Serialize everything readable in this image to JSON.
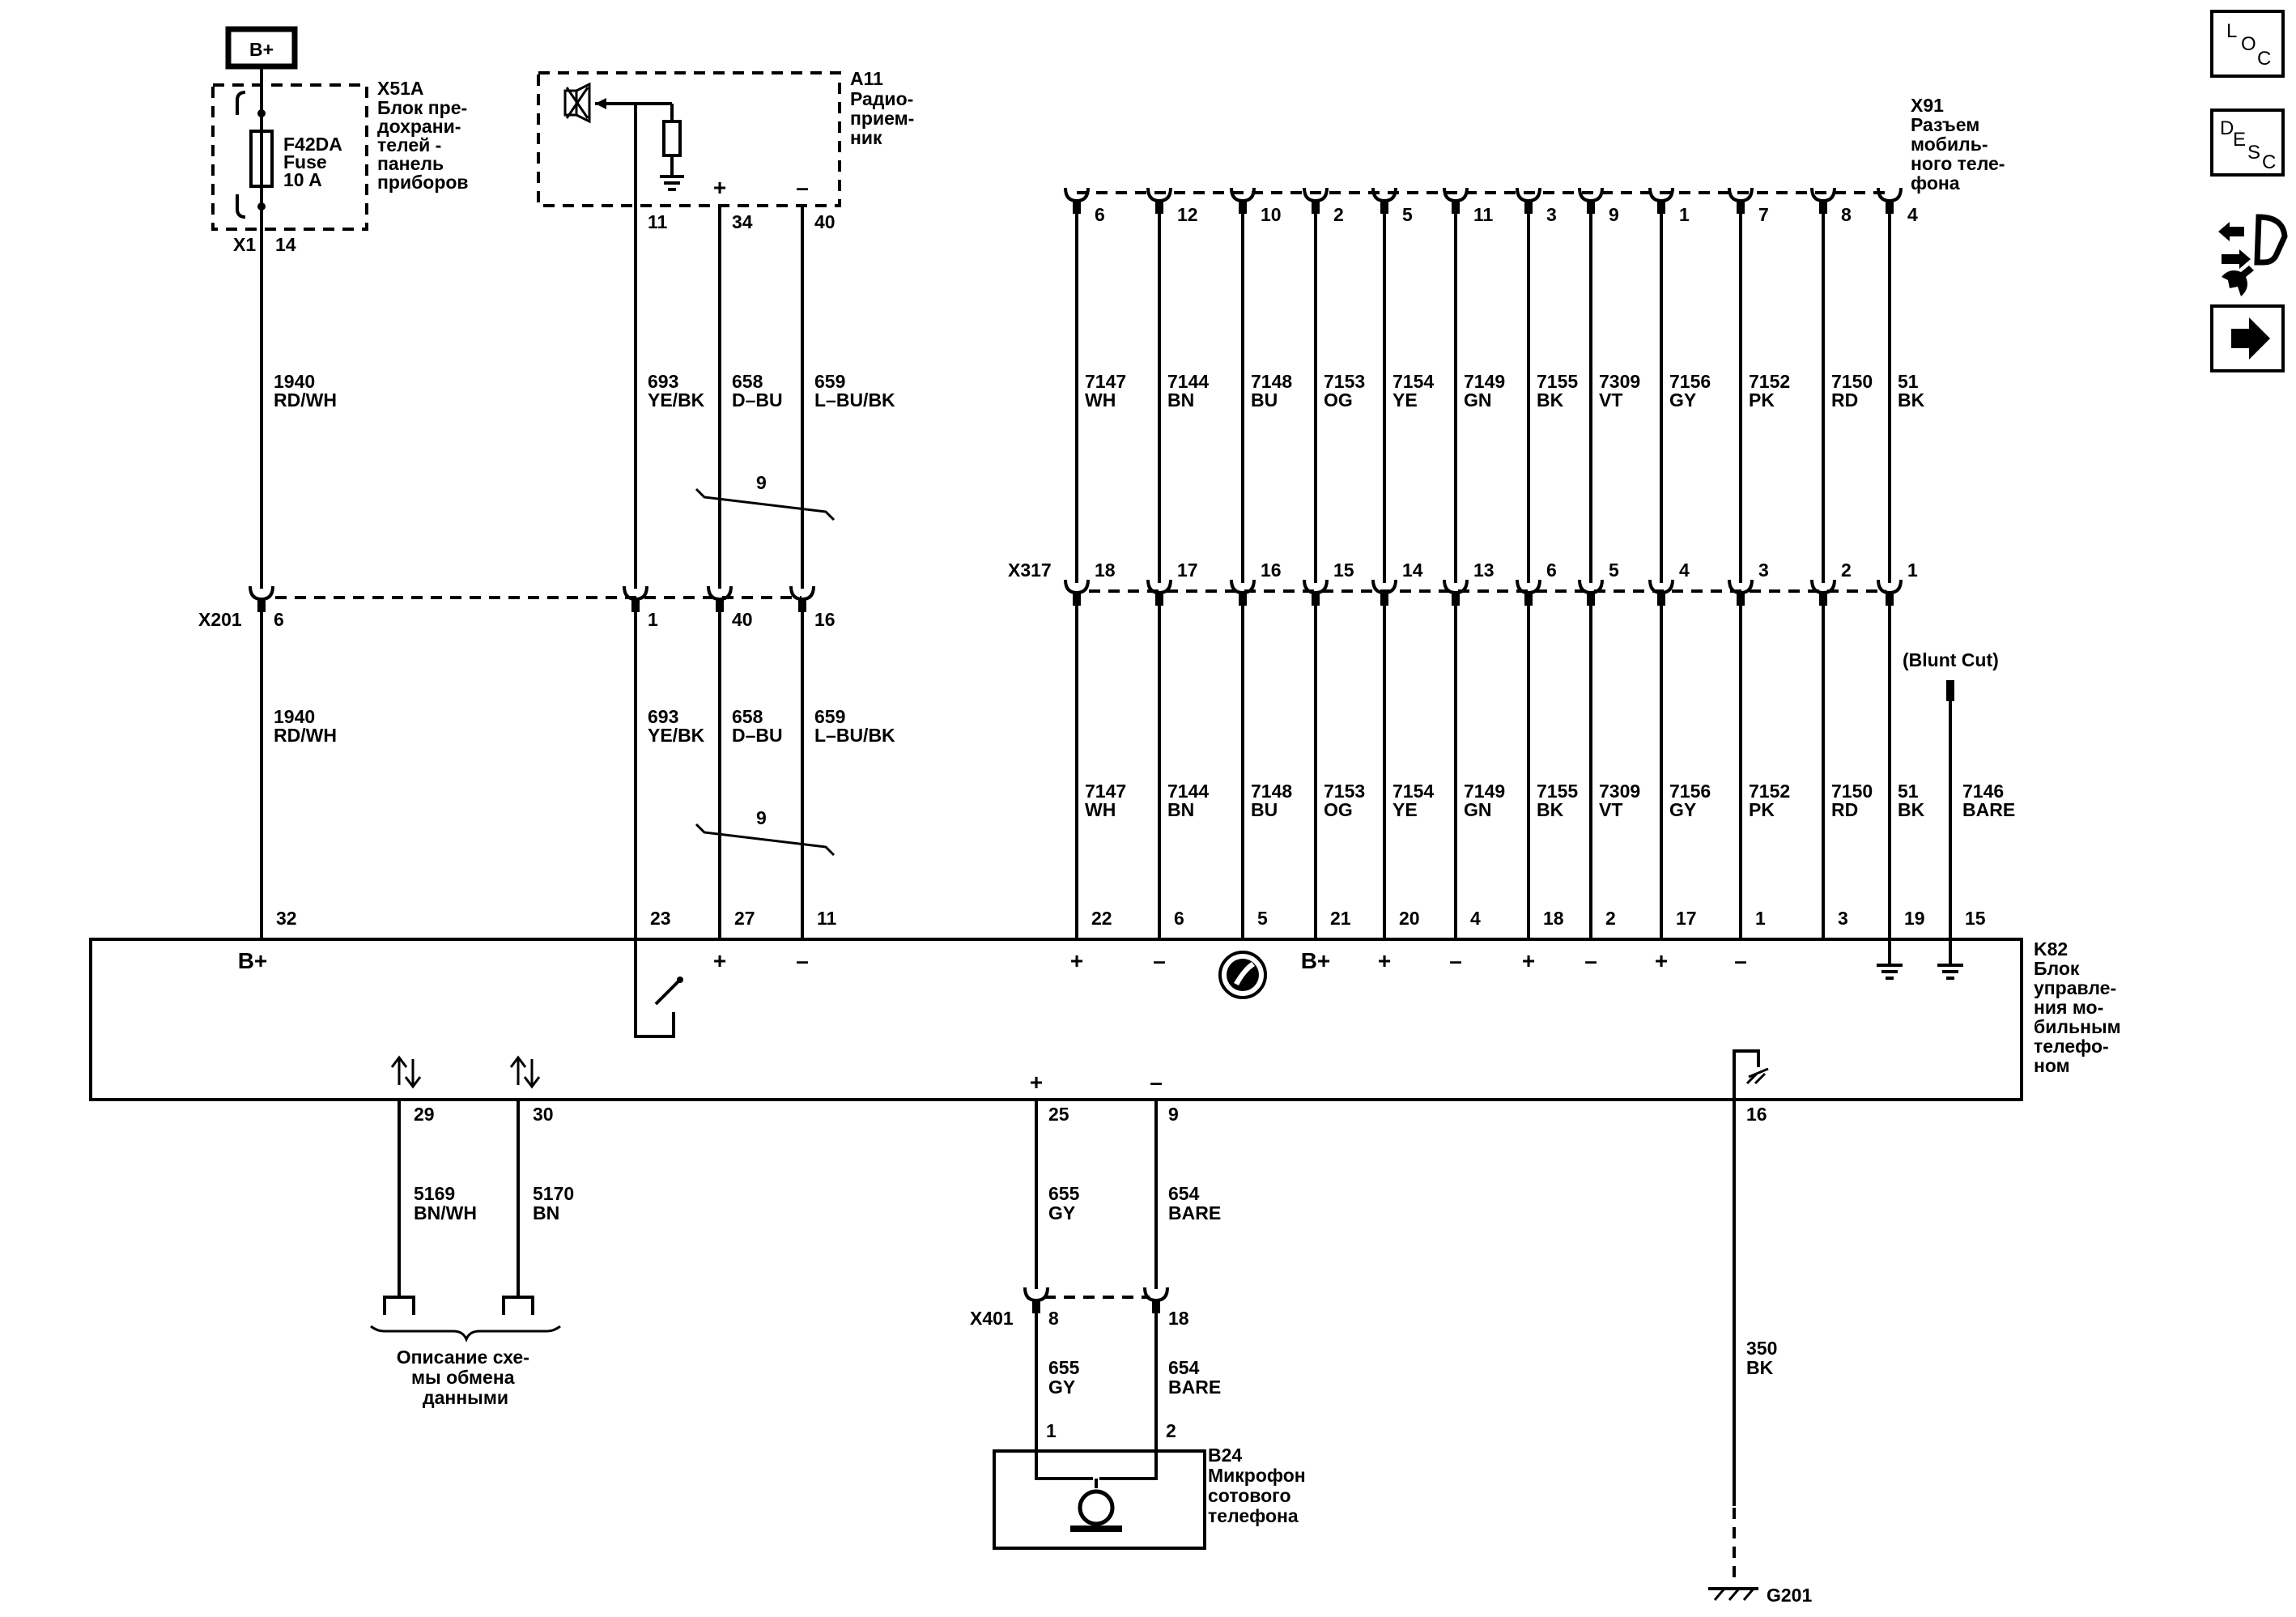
{
  "power": {
    "source_label": "B+"
  },
  "fuse_block": {
    "ref": "X51A",
    "name_lines": [
      "Блок пре-",
      "дохрани-",
      "телей -",
      "панель",
      "приборов"
    ],
    "fuse_lines": [
      "F42DA",
      "Fuse",
      "10 A"
    ],
    "connector": "X1",
    "pin": "14"
  },
  "radio": {
    "ref": "A11",
    "name_lines": [
      "Радио-",
      "прием-",
      "ник"
    ],
    "pins": [
      "11",
      "34",
      "40"
    ],
    "signs": [
      "+",
      "–"
    ]
  },
  "phone_connector": {
    "ref": "X91",
    "name_lines": [
      "Разъем",
      "мобиль-",
      "ного теле-",
      "фона"
    ],
    "pins": [
      "6",
      "12",
      "10",
      "2",
      "5",
      "11",
      "3",
      "9",
      "1",
      "7",
      "8",
      "4"
    ]
  },
  "upper_wires": [
    {
      "num": "1940",
      "color": "RD/WH"
    },
    {
      "num": "693",
      "color": "YE/BK"
    },
    {
      "num": "658",
      "color": "D–BU"
    },
    {
      "num": "659",
      "color": "L–BU/BK"
    },
    {
      "num": "7147",
      "color": "WH"
    },
    {
      "num": "7144",
      "color": "BN"
    },
    {
      "num": "7148",
      "color": "BU"
    },
    {
      "num": "7153",
      "color": "OG"
    },
    {
      "num": "7154",
      "color": "YE"
    },
    {
      "num": "7149",
      "color": "GN"
    },
    {
      "num": "7155",
      "color": "BK"
    },
    {
      "num": "7309",
      "color": "VT"
    },
    {
      "num": "7156",
      "color": "GY"
    },
    {
      "num": "7152",
      "color": "PK"
    },
    {
      "num": "7150",
      "color": "RD"
    },
    {
      "num": "51",
      "color": "BK"
    }
  ],
  "twist_count": "9",
  "x201": {
    "ref": "X201",
    "pins": [
      "6",
      "1",
      "40",
      "16"
    ]
  },
  "x317": {
    "ref": "X317",
    "pins": [
      "18",
      "17",
      "16",
      "15",
      "14",
      "13",
      "6",
      "5",
      "4",
      "3",
      "2",
      "1"
    ]
  },
  "blunt_cut": "(Blunt Cut)",
  "lower_wires": [
    {
      "num": "1940",
      "color": "RD/WH"
    },
    {
      "num": "693",
      "color": "YE/BK"
    },
    {
      "num": "658",
      "color": "D–BU"
    },
    {
      "num": "659",
      "color": "L–BU/BK"
    },
    {
      "num": "7147",
      "color": "WH"
    },
    {
      "num": "7144",
      "color": "BN"
    },
    {
      "num": "7148",
      "color": "BU"
    },
    {
      "num": "7153",
      "color": "OG"
    },
    {
      "num": "7154",
      "color": "YE"
    },
    {
      "num": "7149",
      "color": "GN"
    },
    {
      "num": "7155",
      "color": "BK"
    },
    {
      "num": "7309",
      "color": "VT"
    },
    {
      "num": "7156",
      "color": "GY"
    },
    {
      "num": "7152",
      "color": "PK"
    },
    {
      "num": "7150",
      "color": "RD"
    },
    {
      "num": "51",
      "color": "BK"
    },
    {
      "num": "7146",
      "color": "BARE"
    }
  ],
  "module": {
    "ref": "K82",
    "name_lines": [
      "Блок",
      "управле-",
      "ния мо-",
      "бильным",
      "телефо-",
      "ном"
    ],
    "top_pins": [
      "32",
      "23",
      "27",
      "11",
      "22",
      "6",
      "5",
      "21",
      "20",
      "4",
      "18",
      "2",
      "17",
      "1",
      "3",
      "19",
      "15"
    ],
    "top_signs": [
      "B+",
      "+",
      "–",
      "+",
      "–",
      "B+",
      "+",
      "–",
      "+",
      "–",
      "+",
      "–"
    ],
    "bottom_pins": [
      "29",
      "30",
      "25",
      "9",
      "16"
    ],
    "bottom_signs": [
      "+",
      "–"
    ]
  },
  "data_wires": [
    {
      "num": "5169",
      "color": "BN/WH"
    },
    {
      "num": "5170",
      "color": "BN"
    }
  ],
  "data_caption_lines": [
    "Описание схе-",
    "мы обмена",
    "данными"
  ],
  "mic_wires": [
    {
      "num": "655",
      "color": "GY"
    },
    {
      "num": "654",
      "color": "BARE"
    }
  ],
  "x401": {
    "ref": "X401",
    "pins": [
      "8",
      "18"
    ]
  },
  "mic_wires_lower": [
    {
      "num": "655",
      "color": "GY"
    },
    {
      "num": "654",
      "color": "BARE"
    }
  ],
  "microphone": {
    "ref": "B24",
    "name_lines": [
      "Микрофон",
      "сотового",
      "телефона"
    ],
    "pins": [
      "1",
      "2"
    ]
  },
  "ground_wire": {
    "num": "350",
    "color": "BK"
  },
  "ground": {
    "ref": "G201"
  },
  "nav": {
    "loc_letters": [
      "L",
      "O",
      "C"
    ],
    "desc_letters": [
      "D",
      "E",
      "S",
      "C"
    ],
    "icons": [
      "loc-icon",
      "desc-icon",
      "connector-wrench-icon",
      "next-arrow-icon"
    ]
  }
}
